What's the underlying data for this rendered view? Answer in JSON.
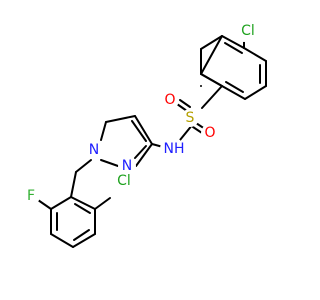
{
  "labels": {
    "cl_top": "Cl",
    "s": "S",
    "o1": "O",
    "o2": "O",
    "nh": "NH",
    "n1": "N",
    "n2": "N",
    "f": "F",
    "cl_bottom": "Cl"
  },
  "colors": {
    "chlorine": "#1fa21f",
    "sulfur": "#b5a000",
    "oxygen": "#ff0000",
    "nitrogen": "#2020ff",
    "fluorine": "#33b033",
    "bond": "#000000"
  }
}
